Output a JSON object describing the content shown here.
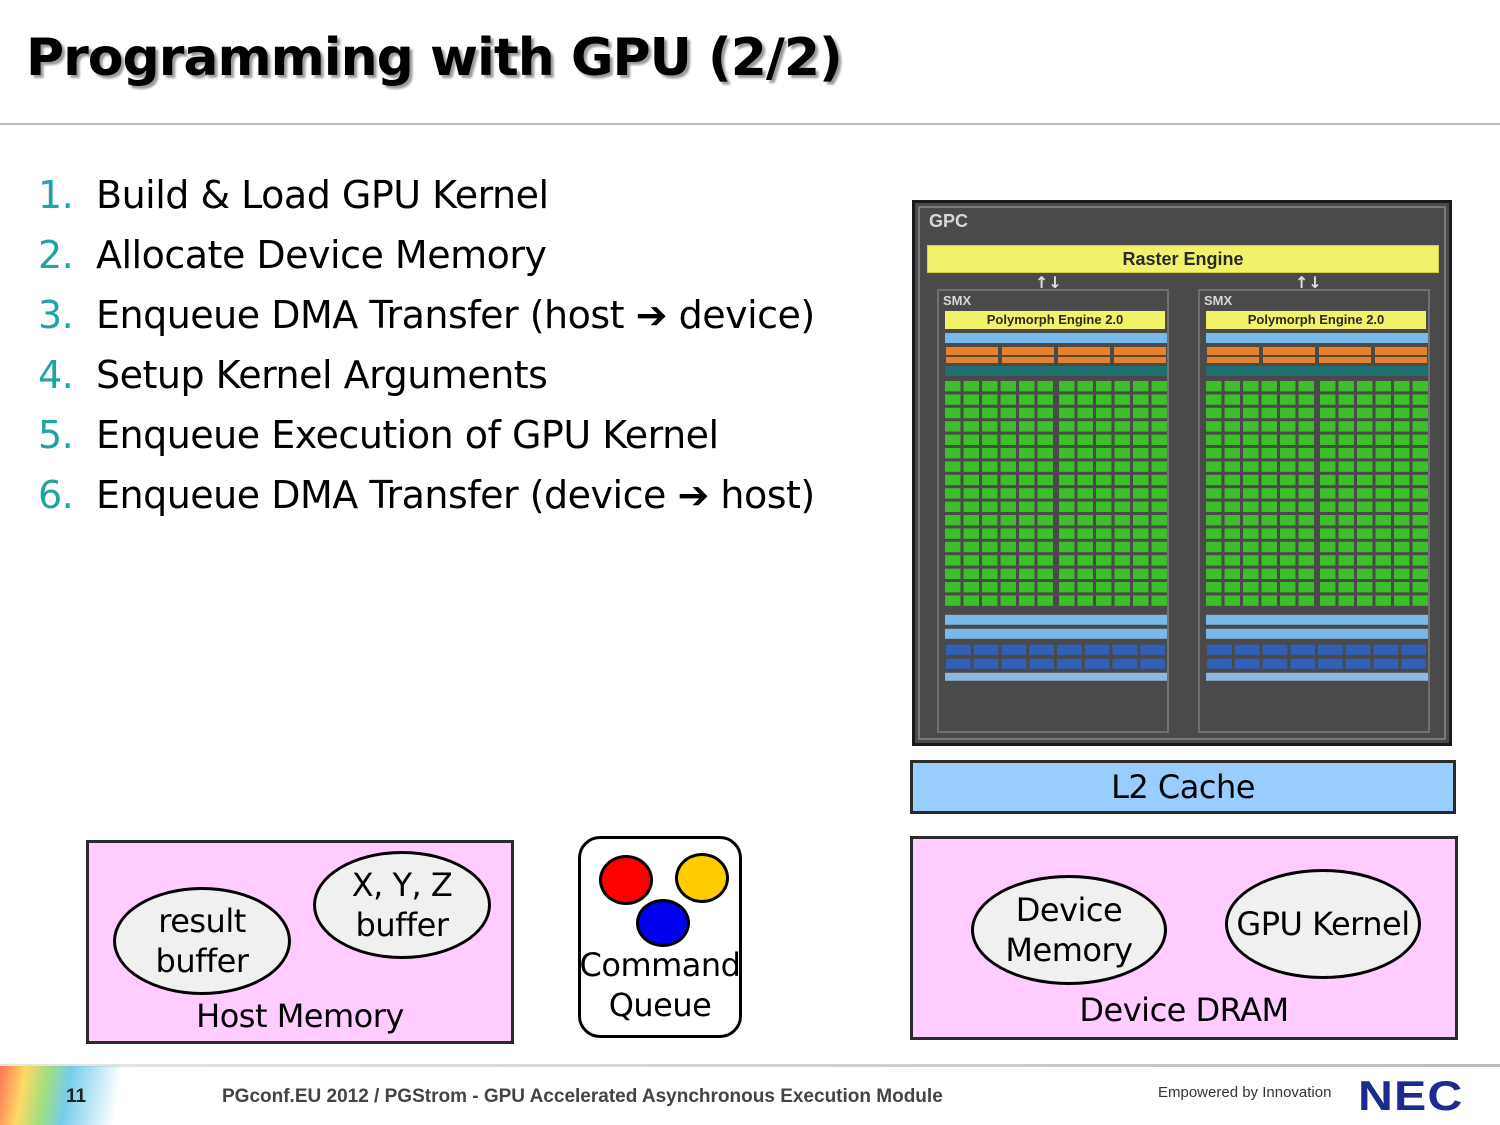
{
  "title": "Programming with GPU (2/2)",
  "steps": [
    {
      "num": "1.",
      "text": "Build & Load GPU Kernel"
    },
    {
      "num": "2.",
      "text": "Allocate Device Memory"
    },
    {
      "num": "3.",
      "text_before": "Enqueue DMA Transfer (host ",
      "arrow": "➔",
      "text_after": " device)"
    },
    {
      "num": "4.",
      "text": "Setup Kernel Arguments"
    },
    {
      "num": "5.",
      "text": "Enqueue Execution of GPU Kernel"
    },
    {
      "num": "6.",
      "text_before": "Enqueue DMA Transfer (device ",
      "arrow": "➔",
      "text_after": " host)"
    }
  ],
  "gpu_diagram": {
    "gpc_label": "GPC",
    "raster_engine": "Raster Engine",
    "io_arrows": "↑↓",
    "smx_units": [
      {
        "label": "SMX",
        "polymorph": "Polymorph Engine 2.0"
      },
      {
        "label": "SMX",
        "polymorph": "Polymorph Engine 2.0"
      }
    ],
    "colors": {
      "core": "#3cbf2a",
      "cache": "#7ab8e8",
      "ld_st": "#e8822a",
      "tex": "#2f5fb8"
    }
  },
  "l2_cache": "L2 Cache",
  "host_memory": {
    "label": "Host Memory",
    "result_buffer": "result\nbuffer",
    "xyz_buffer": "X, Y, Z\nbuffer"
  },
  "command_queue": {
    "label": "Command\nQueue",
    "dot_colors": [
      "#ff0000",
      "#ffcc00",
      "#0000ee"
    ]
  },
  "device_dram": {
    "label": "Device DRAM",
    "device_memory": "Device\nMemory",
    "gpu_kernel": "GPU Kernel"
  },
  "footer": {
    "page_number": "11",
    "text": "PGconf.EU 2012 / PGStrom - GPU Accelerated Asynchronous Execution Module",
    "tagline": "Empowered by Innovation",
    "logo": "NEC"
  }
}
